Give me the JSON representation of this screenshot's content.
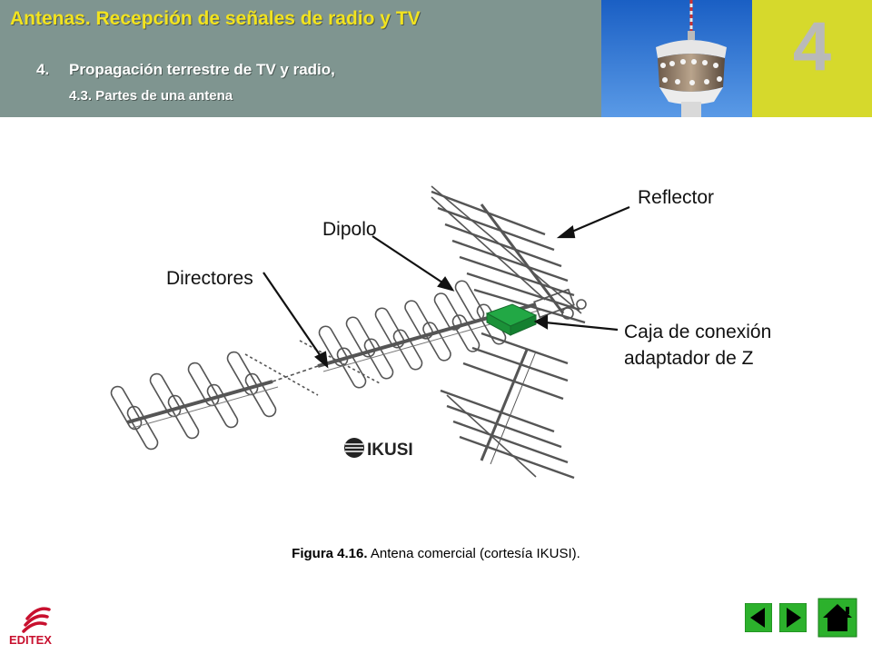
{
  "header": {
    "title": "Antenas. Recepción de señales de radio y TV",
    "section_number": "4.",
    "section_title": "Propagación terrestre de TV y radio,",
    "subsection": "4.3. Partes de una antena",
    "chapter": "4"
  },
  "figure": {
    "labels": {
      "reflector": "Reflector",
      "dipolo": "Dipolo",
      "directores": "Directores",
      "caja_line1": "Caja de conexión",
      "caja_line2": "adaptador de Z"
    },
    "brand": "IKUSI"
  },
  "caption": {
    "prefix": "Figura 4.16.",
    "text": " Antena comercial (cortesía IKUSI)."
  },
  "footer": {
    "logo_text": "EDITEX"
  },
  "colors": {
    "header_bg": "#7f9590",
    "title": "#f2e31f",
    "chapter_bg": "#d6d92c",
    "connection_box": "#1fa040",
    "nav_green": "#2cb12c"
  }
}
